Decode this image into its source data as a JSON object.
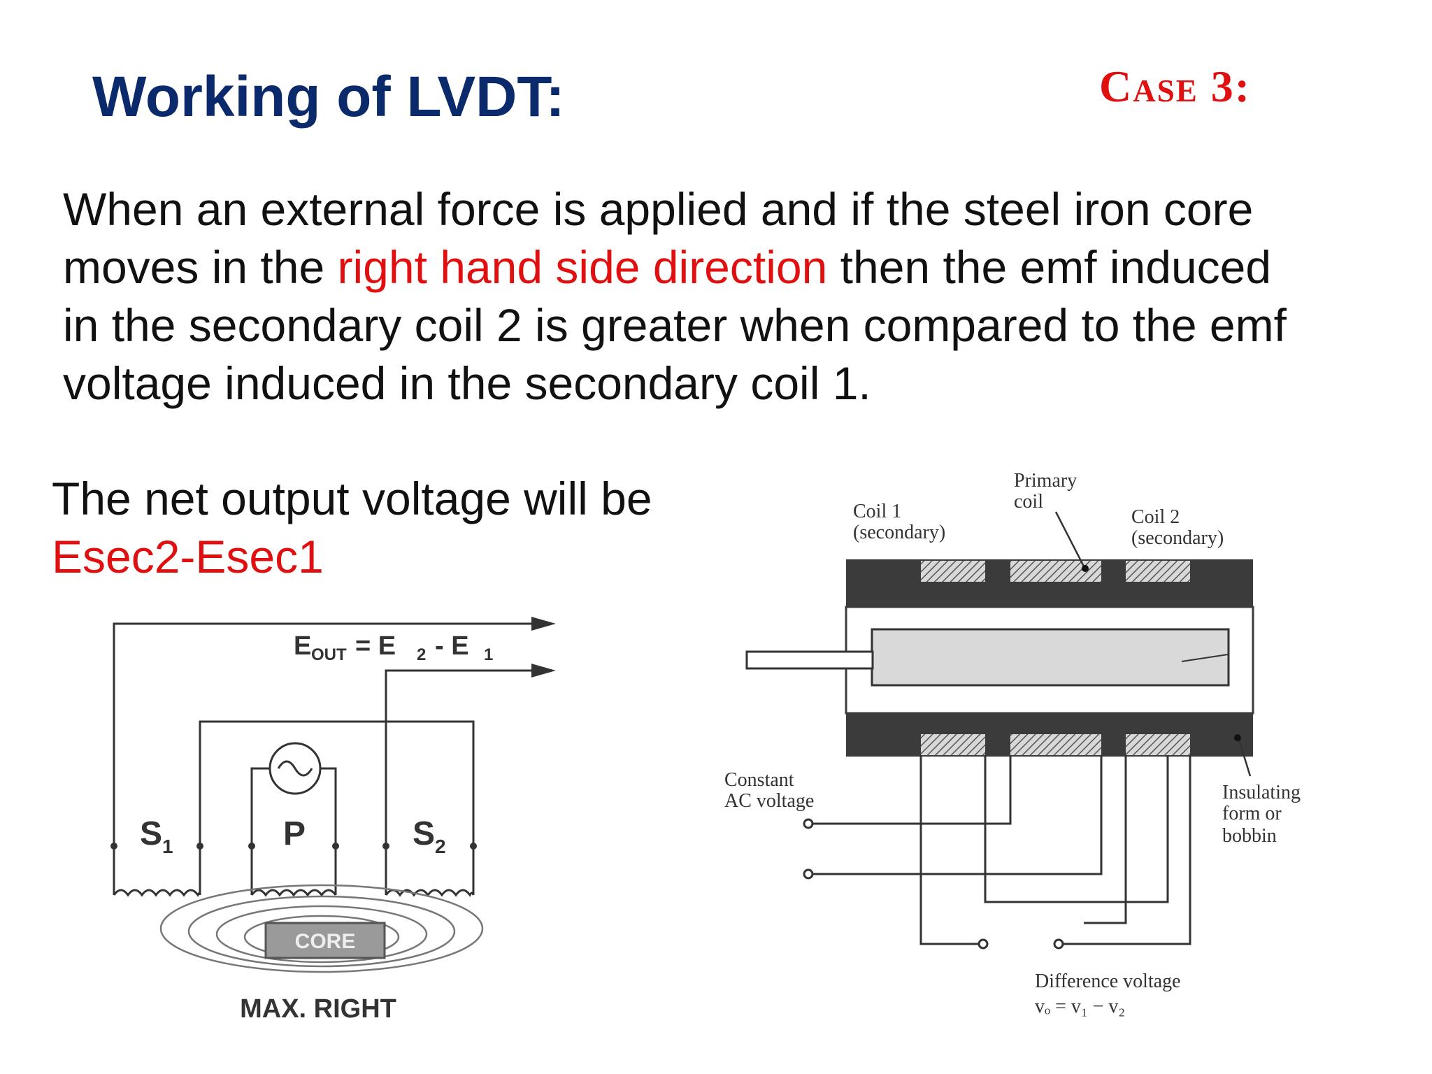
{
  "slide": {
    "title": "Working of LVDT:",
    "case_label": "Case 3:",
    "paragraph": {
      "part1": "When an external force is applied and if the steel iron core moves in the ",
      "highlight": "right hand side direction",
      "part2": " then the emf induced in the secondary coil 2 is greater when compared to the emf voltage induced in the secondary coil 1."
    },
    "net_output": {
      "text": "The net output voltage will be",
      "formula": "Esec2-Esec1"
    }
  },
  "left_diagram": {
    "eout_label": "E",
    "eout_sub": "OUT",
    "eout_eq": "= E",
    "e2_sub": "2",
    "minus": "- E",
    "e1_sub": "1",
    "s1_label": "S",
    "s1_sub": "1",
    "p_label": "P",
    "s2_label": "S",
    "s2_sub": "2",
    "core_label": "CORE",
    "caption": "MAX. RIGHT"
  },
  "right_diagram": {
    "primary_label_1": "Primary",
    "primary_label_2": "coil",
    "coil1_label_1": "Coil 1",
    "coil1_label_2": "(secondary)",
    "coil2_label_1": "Coil 2",
    "coil2_label_2": "(secondary)",
    "ac_label_1": "Constant",
    "ac_label_2": "AC voltage",
    "insulating_1": "Insulating",
    "insulating_2": "form or",
    "insulating_3": "bobbin",
    "difference_1": "Difference voltage",
    "difference_2": "vₒ = v₁ − v₂"
  },
  "colors": {
    "title": "#0b2a6b",
    "accent_red": "#e01010",
    "text": "#111111"
  }
}
